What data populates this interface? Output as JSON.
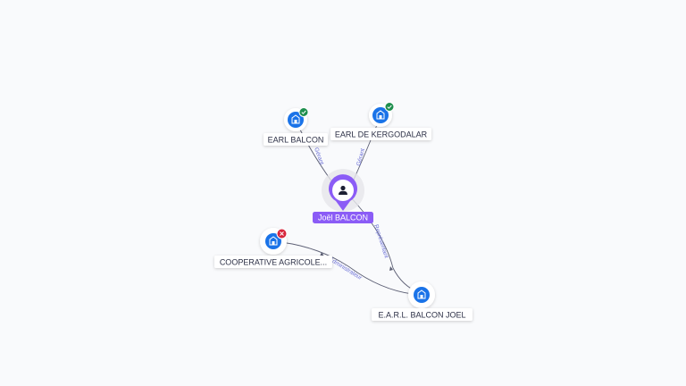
{
  "graph": {
    "center": {
      "label": "Joël BALCON"
    },
    "nodes": [
      {
        "id": "earl-balcon",
        "label": "EARL BALCON",
        "status": "active"
      },
      {
        "id": "earl-kergodalar",
        "label": "EARL DE KERGODALAR",
        "status": "active"
      },
      {
        "id": "cooperative",
        "label": "COOPERATIVE AGRICOLE...",
        "status": "closed"
      },
      {
        "id": "earl-balcon-joel",
        "label": "E.A.R.L. BALCON JOEL",
        "status": "none"
      }
    ],
    "edges": [
      {
        "to": "earl-balcon",
        "label": "Gérant"
      },
      {
        "to": "earl-kergodalar",
        "label": "Gérant"
      },
      {
        "to": "cooperative",
        "label": "Administrateur"
      },
      {
        "to": "earl-balcon-joel",
        "label": "Représentant"
      }
    ]
  },
  "colors": {
    "accent": "#8b5cf6",
    "node_blue": "#1a73e8",
    "active_green": "#1f8f4e",
    "closed_red": "#d7263d",
    "edge": "#5d6075",
    "edge_label": "#6b6fd6"
  },
  "icons": {
    "company": "building-icon",
    "person": "person-icon",
    "active": "check-icon",
    "closed": "close-icon"
  }
}
